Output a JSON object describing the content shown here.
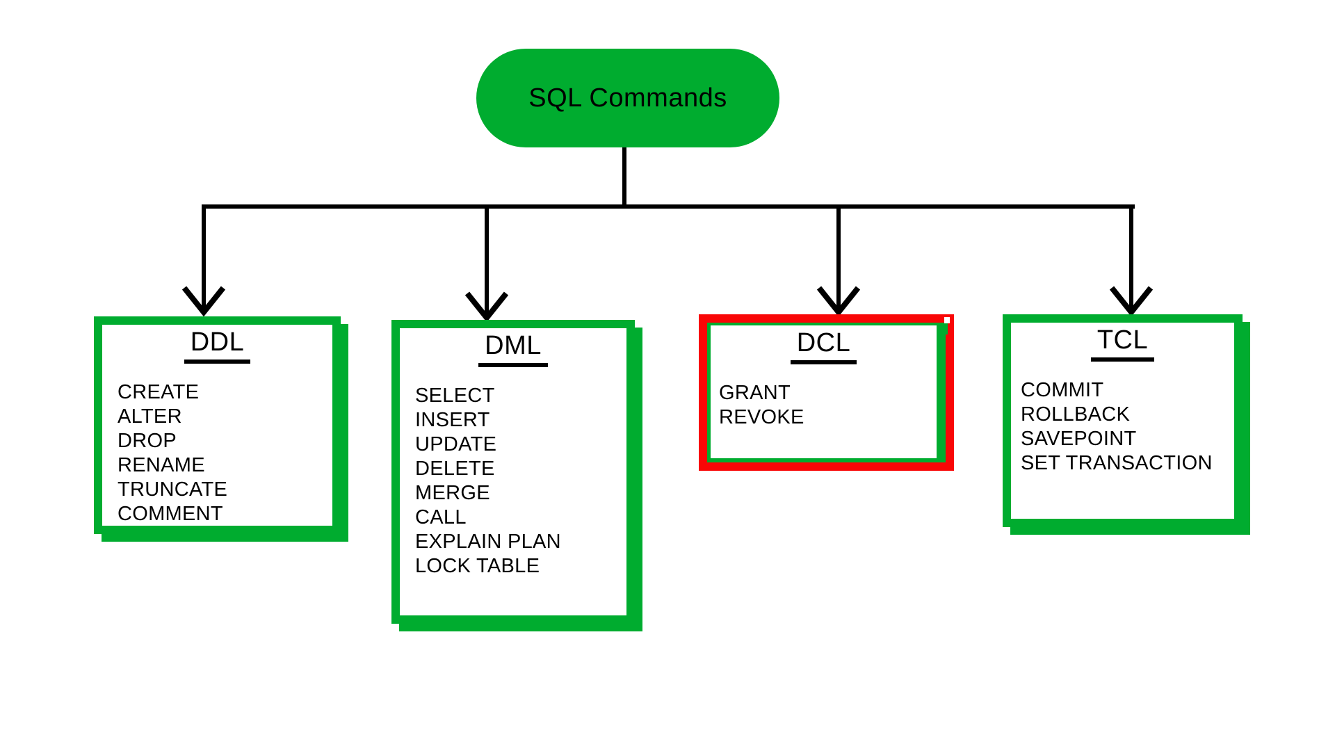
{
  "root_node": {
    "label": "SQL Commands"
  },
  "colors": {
    "node_green": "#00AC2F",
    "dcl_red": "#F90606",
    "line_black": "#000000",
    "background": "#FFFFFF"
  },
  "boxes": {
    "ddl": {
      "title": "DDL",
      "items": [
        "CREATE",
        "ALTER",
        "DROP",
        "RENAME",
        "TRUNCATE",
        "COMMENT"
      ]
    },
    "dml": {
      "title": "DML",
      "items": [
        "SELECT",
        "INSERT",
        "UPDATE",
        "DELETE",
        "MERGE",
        "CALL",
        "EXPLAIN PLAN",
        "LOCK TABLE"
      ]
    },
    "dcl": {
      "title": "DCL",
      "items": [
        "GRANT",
        "REVOKE"
      ]
    },
    "tcl": {
      "title": "TCL",
      "items": [
        "COMMIT",
        "ROLLBACK",
        "SAVEPOINT",
        "SET TRANSACTION"
      ]
    }
  }
}
